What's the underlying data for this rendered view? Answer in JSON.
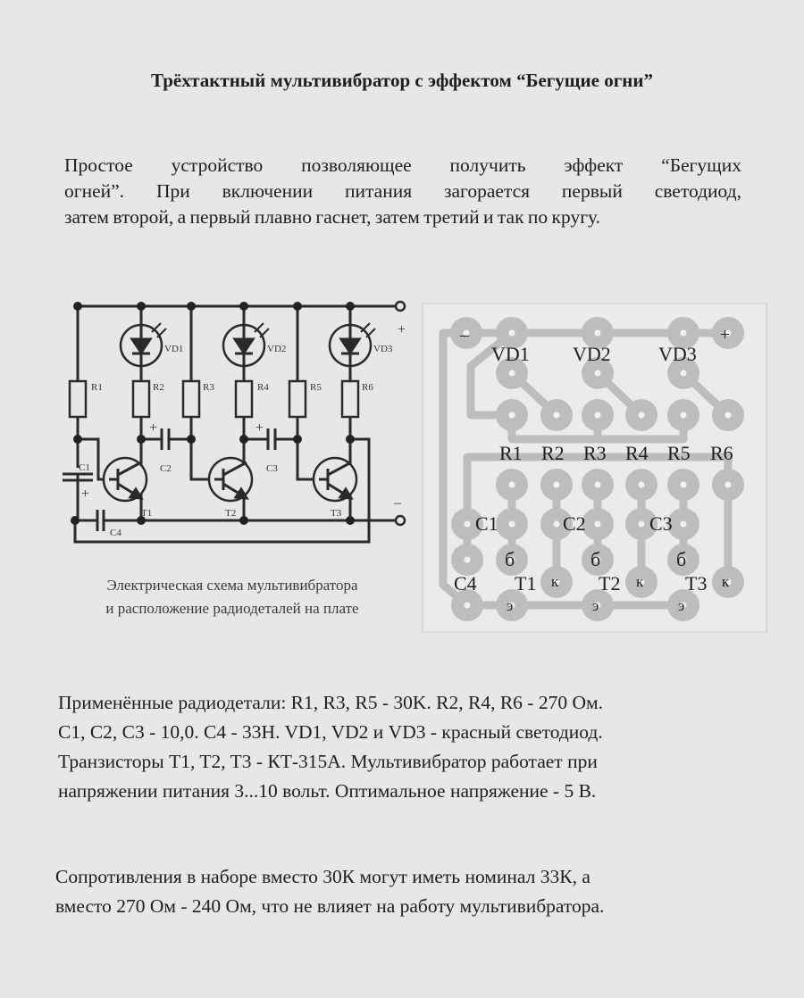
{
  "title": "Трёхтактный мультивибратор с эффектом “Бегущие огни”",
  "intro": [
    "Простое устройство позволяющее получить эффект “Бегущих",
    "огней”. При включении питания загорается первый светодиод,",
    "затем второй, а первый плавно гаснет, затем третий и так по кругу."
  ],
  "schematic": {
    "labels": {
      "R1": "R1",
      "R2": "R2",
      "R3": "R3",
      "R4": "R4",
      "R5": "R5",
      "R6": "R6",
      "VD1": "VD1",
      "VD2": "VD2",
      "VD3": "VD3",
      "C1": "C1",
      "C2": "C2",
      "C3": "C3",
      "C4": "C4",
      "T1": "T1",
      "T2": "T2",
      "T3": "T3",
      "plus": "+",
      "minus": "–"
    }
  },
  "caption": [
    "Электрическая схема мультивибратора",
    "и расположение радиодеталей на плате"
  ],
  "pcb": {
    "minus": "–",
    "plus": "+",
    "vd": [
      "VD1",
      "VD2",
      "VD3"
    ],
    "r": [
      "R1",
      "R2",
      "R3",
      "R4",
      "R5",
      "R6"
    ],
    "c": [
      "C1",
      "C2",
      "C3",
      "C4"
    ],
    "t": [
      "T1",
      "T2",
      "T3"
    ],
    "base": "б",
    "collector": "к",
    "emitter": "э"
  },
  "parts": [
    "Применённые радиодетали: R1, R3, R5 - 30K. R2, R4, R6 - 270 Ом.",
    "C1, C2, C3 - 10,0. C4 - 33H. VD1, VD2 и VD3 - красный светодиод.",
    "Транзисторы T1, T2, T3 - КТ-315А. Мультивибратор работает при",
    "напряжении питания 3...10 вольт. Оптимальное напряжение - 5 В."
  ],
  "note": [
    "Сопротивления в наборе вместо 30К могут иметь номинал 33К, а",
    "вместо 270 Ом - 240 Ом, что не влияет на работу мультивибратора."
  ],
  "colors": {
    "paper": "#e7e7e5",
    "ink": "#1e1e1e",
    "copper": "#bdbdbb"
  }
}
